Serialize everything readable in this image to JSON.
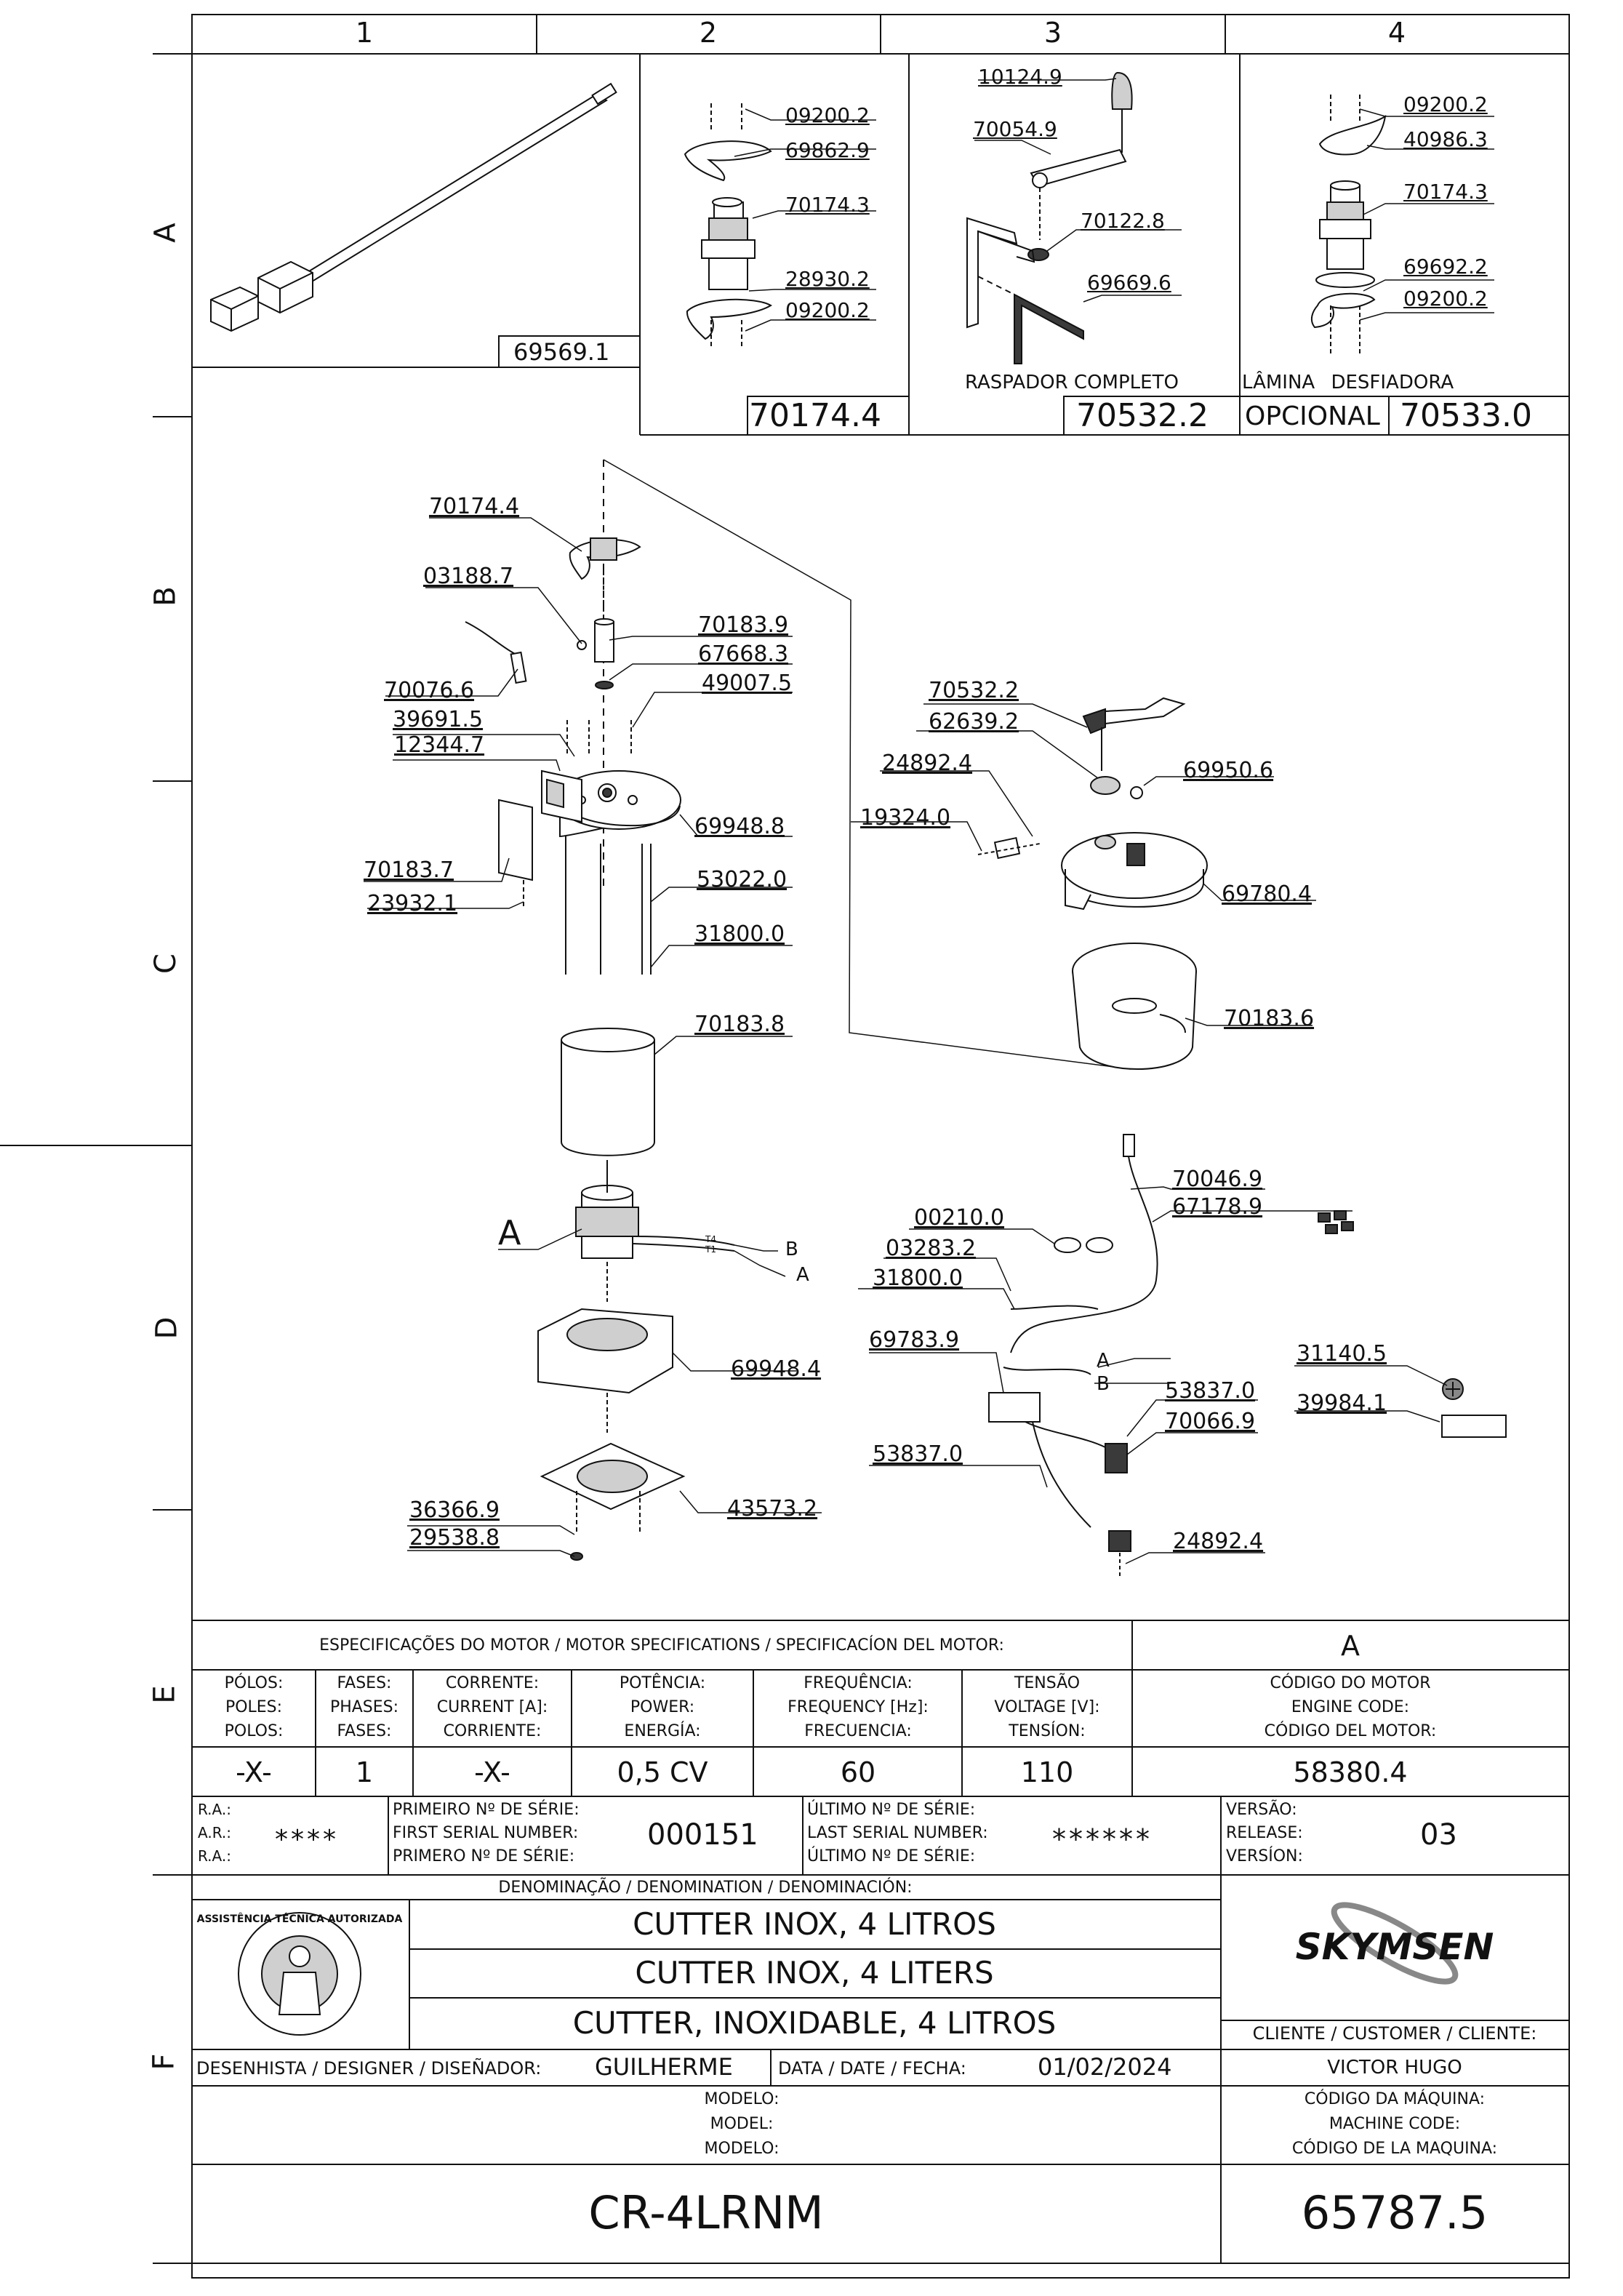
{
  "grid": {
    "cols": [
      "1",
      "2",
      "3",
      "4"
    ],
    "rows": [
      "A",
      "B",
      "C",
      "D",
      "E",
      "F"
    ]
  },
  "details": {
    "d1_code": "69569.1",
    "d2_parts": [
      "09200.2",
      "69862.9",
      "70174.3",
      "28930.2",
      "09200.2"
    ],
    "d2_code": "70174.4",
    "d3_parts": [
      "10124.9",
      "70054.9",
      "70122.8",
      "69669.6"
    ],
    "d3_caption": "RASPADOR COMPLETO",
    "d3_code": "70532.2",
    "d4_parts": [
      "09200.2",
      "40986.3",
      "70174.3",
      "69692.2",
      "09200.2"
    ],
    "d4_caption": "LÂMINA DESFIADORA",
    "d4_optional": "OPCIONAL",
    "d4_code": "70533.0"
  },
  "main_callouts": {
    "left": [
      "70174.4",
      "03188.7",
      "70183.9",
      "67668.3",
      "49007.5",
      "70076.6",
      "39691.5",
      "12344.7",
      "69948.8",
      "70183.7",
      "23932.1",
      "53022.0",
      "31800.0",
      "70183.8",
      "69948.4",
      "36366.9",
      "29538.8",
      "43573.2"
    ],
    "motor_label": "A",
    "wire_t4": "T4",
    "wire_t1": "T1",
    "wire_b": "B",
    "wire_a": "A",
    "right": [
      "70532.2",
      "62639.2",
      "24892.4",
      "69950.6",
      "19324.0",
      "69780.4",
      "70183.6"
    ],
    "electrical": [
      "70046.9",
      "67178.9",
      "00210.0",
      "03283.2",
      "31800.0",
      "69783.9",
      "53837.0",
      "70066.9",
      "53837.0",
      "24892.4",
      "31140.5",
      "39984.1"
    ],
    "elec_a": "A",
    "elec_b": "B"
  },
  "motor_specs": {
    "heading": "ESPECIFICAÇÕES DO MOTOR / MOTOR SPECIFICATIONS / SPECIFICACÍON DEL MOTOR:",
    "motor_letter": "A",
    "columns": [
      {
        "l1": "PÓLOS:",
        "l2": "POLES:",
        "l3": "POLOS:",
        "value": "-X-"
      },
      {
        "l1": "FASES:",
        "l2": "PHASES:",
        "l3": "FASES:",
        "value": "1"
      },
      {
        "l1": "CORRENTE:",
        "l2": "CURRENT [A]:",
        "l3": "CORRIENTE:",
        "value": "-X-"
      },
      {
        "l1": "POTÊNCIA:",
        "l2": "POWER:",
        "l3": "ENERGÍA:",
        "value": "0,5 CV"
      },
      {
        "l1": "FREQUÊNCIA:",
        "l2": "FREQUENCY [Hz]:",
        "l3": "FRECUENCIA:",
        "value": "60"
      },
      {
        "l1": "TENSÃO",
        "l2": "VOLTAGE [V]:",
        "l3": "TENSÍON:",
        "value": "110"
      },
      {
        "l1": "CÓDIGO DO MOTOR",
        "l2": "ENGINE CODE:",
        "l3": "CÓDIGO DEL MOTOR:",
        "value": "58380.4"
      }
    ]
  },
  "serial": {
    "ra1": "R.A.:",
    "ar": "A.R.:",
    "ra2": "R.A.:",
    "ra_value": "****",
    "first_l1": "PRIMEIRO Nº DE SÉRIE:",
    "first_l2": "FIRST SERIAL NUMBER:",
    "first_l3": "PRIMERO Nº DE SÉRIE:",
    "first_value": "000151",
    "last_l1": "ÚLTIMO Nº DE SÉRIE:",
    "last_l2": "LAST SERIAL NUMBER:",
    "last_l3": "ÚLTIMO Nº DE SÉRIE:",
    "last_value": "******",
    "ver_l1": "VERSÃO:",
    "ver_l2": "RELEASE:",
    "ver_l3": "VERSÍON:",
    "ver_value": "03"
  },
  "title_block": {
    "denomination_heading": "DENOMINAÇÃO / DENOMINATION / DENOMINACIÓN:",
    "names": [
      "CUTTER INOX, 4 LITROS",
      "CUTTER INOX, 4 LITERS",
      "CUTTER, INOXIDABLE, 4 LITROS"
    ],
    "seal_text": "ASSISTÊNCIA TÉCNICA AUTORIZADA",
    "brand": "SKYMSEN",
    "customer_label": "CLIENTE / CUSTOMER / CLIENTE:",
    "customer": "VICTOR HUGO",
    "designer_label": "DESENHISTA / DESIGNER / DISEÑADOR:",
    "designer": "GUILHERME",
    "date_label": "DATA / DATE / FECHA:",
    "date": "01/02/2024",
    "model_l1": "MODELO:",
    "model_l2": "MODEL:",
    "model_l3": "MODELO:",
    "model": "CR-4LRNM",
    "machine_l1": "CÓDIGO DA MÁQUINA:",
    "machine_l2": "MACHINE CODE:",
    "machine_l3": "CÓDIGO DE LA MAQUINA:",
    "machine_code": "65787.5"
  },
  "colors": {
    "line": "#111111",
    "part_fill": "#ffffff",
    "shade": "#cfcfcf",
    "dark": "#3a3a3a"
  }
}
